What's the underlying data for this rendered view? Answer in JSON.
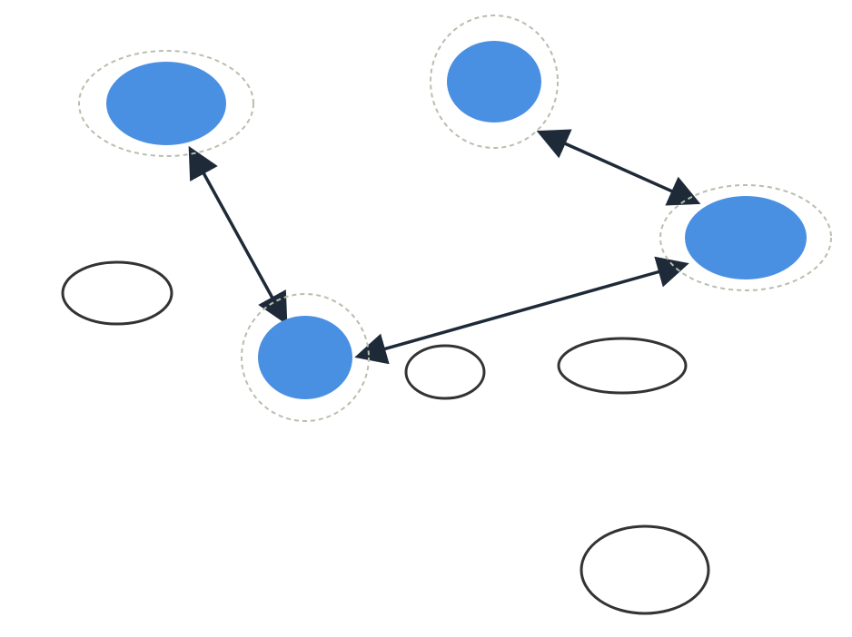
{
  "colors": {
    "background": "#ffffff",
    "node_fill": "#4a90e2",
    "halo_stroke": "#b7bfae",
    "outline_stroke": "#333333",
    "edge_stroke": "#1f2a38"
  },
  "nodes": [
    {
      "id": "n1",
      "style": "filled"
    },
    {
      "id": "n2",
      "style": "filled"
    },
    {
      "id": "n3",
      "style": "filled"
    },
    {
      "id": "n4",
      "style": "filled"
    },
    {
      "id": "n5",
      "style": "outline"
    },
    {
      "id": "n6",
      "style": "outline"
    },
    {
      "id": "n7",
      "style": "outline"
    },
    {
      "id": "n8",
      "style": "outline"
    }
  ],
  "edges": [
    {
      "from": "n1",
      "to": "n3",
      "arrow": "both"
    },
    {
      "from": "n3",
      "to": "n4",
      "arrow": "both"
    },
    {
      "from": "n2",
      "to": "n4",
      "arrow": "both"
    }
  ]
}
